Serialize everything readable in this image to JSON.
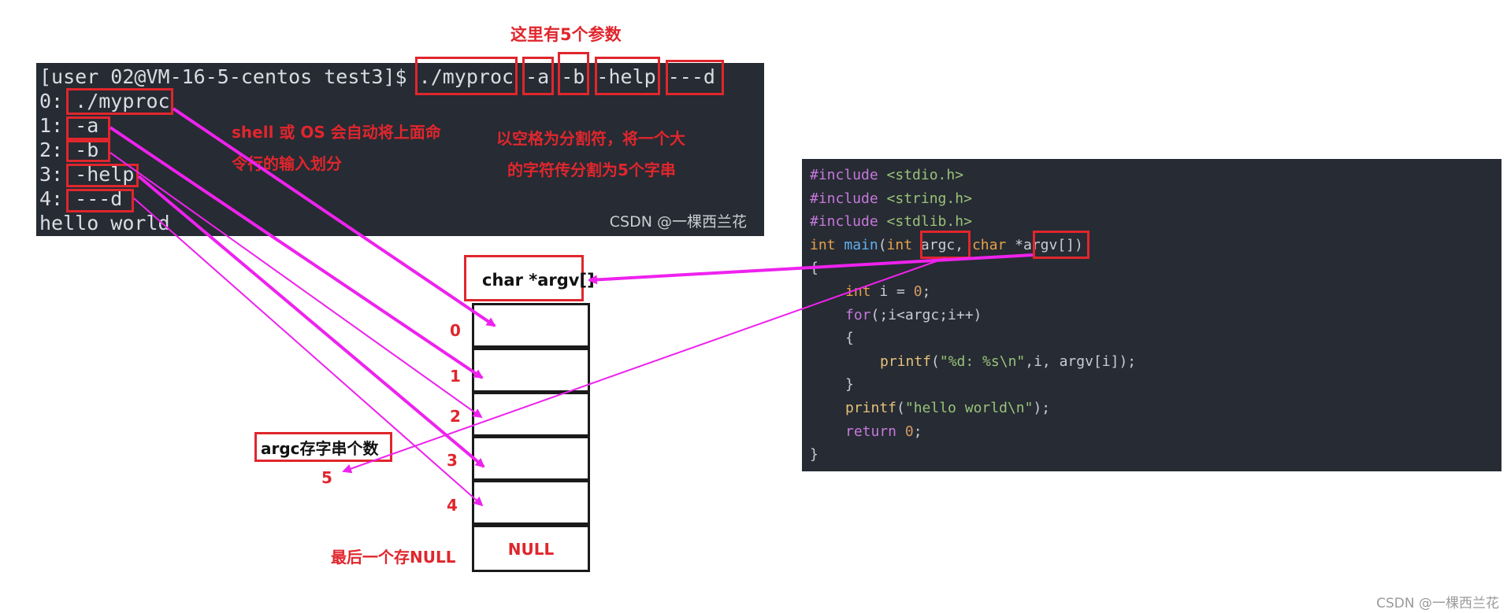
{
  "top_caption": "这里有5个参数",
  "terminal": {
    "lines": [
      "[user 02@VM-16-5-centos test3]$ ./myproc -a -b -help ---d",
      "0: ./myproc",
      "1: -a",
      "2: -b",
      "3: -help",
      "4: ---d",
      "hello world"
    ],
    "watermark": "CSDN @一棵西兰花"
  },
  "notes": {
    "shell_line1": "shell 或 OS 会自动将上面命",
    "shell_line2": "令行的输入划分",
    "split_line1": "以空格为分割符，将一个大",
    "split_line2": "的字符传分割为5个字串"
  },
  "array": {
    "title": "char *argv[]",
    "indices": [
      "0",
      "1",
      "2",
      "3",
      "4"
    ],
    "last_value": "NULL",
    "last_label": "最后一个存NULL"
  },
  "argc_box": {
    "label": "argc存字串个数",
    "value": "5"
  },
  "code": {
    "inc1_kw": "#include",
    "inc1_file": " <stdio.h>",
    "inc2_kw": "#include",
    "inc2_file": " <string.h>",
    "inc3_kw": "#include",
    "inc3_file": " <stdlib.h>",
    "main_int": "int",
    "main_name": " main",
    "main_p1": "(",
    "main_int2": "int",
    "main_argc": " argc",
    "main_comma": ", ",
    "main_char": "char",
    "main_star": " *",
    "main_argv": "argv[]",
    "main_close": ")",
    "open_brace": "{",
    "l_int": "int",
    "l_i": " i = ",
    "l_zero": "0",
    "l_semi": ";",
    "for_kw": "for",
    "for_rest": "(;i<argc;i++)",
    "inner_open": "{",
    "printf1": "printf",
    "printf1_p": "(",
    "printf1_str": "\"%d: %s\\n\"",
    "printf1_rest": ",i, argv[i]);",
    "inner_close": "}",
    "printf2": "printf",
    "printf2_p": "(",
    "printf2_str": "\"hello world\\n\"",
    "printf2_rest": ");",
    "ret_kw": "return",
    "ret_zero": " 0",
    "ret_semi": ";",
    "close_brace": "}"
  },
  "watermark_bottom": "CSDN @一棵西兰花",
  "colors": {
    "red": "#e0262d",
    "arrow": "#ee22ee",
    "terminal_bg": "#272b33"
  }
}
